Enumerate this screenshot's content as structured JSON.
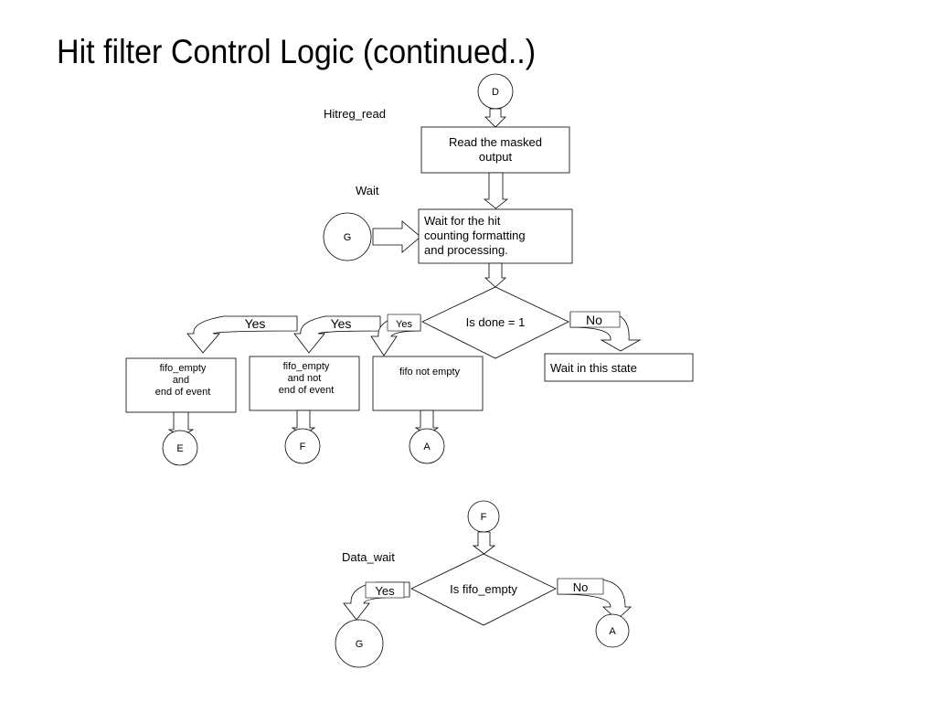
{
  "slide": {
    "title": "Hit filter Control Logic (continued..)"
  },
  "diagram1": {
    "connector_d": "D",
    "state_hitreg": "Hitreg_read",
    "read_box": [
      "Read the masked",
      "output"
    ],
    "state_wait": "Wait",
    "connector_g": "G",
    "wait_box": [
      "Wait for the hit",
      "counting formatting",
      "and processing."
    ],
    "decision": "Is done = 1",
    "yes_1": "Yes",
    "yes_2": "Yes",
    "yes_3": "Yes",
    "no": "No",
    "box_e": [
      "fifo_empty",
      "and",
      "end of event"
    ],
    "box_f": [
      "fifo_empty",
      "and not",
      "end of event"
    ],
    "box_a": "fifo not empty",
    "wait_state_box": "Wait in this state",
    "connector_e": "E",
    "connector_f": "F",
    "connector_a": "A"
  },
  "diagram2": {
    "connector_f": "F",
    "state_data_wait": "Data_wait",
    "decision": "Is fifo_empty",
    "yes": "Yes",
    "no": "No",
    "connector_g": "G",
    "connector_a": "A"
  }
}
